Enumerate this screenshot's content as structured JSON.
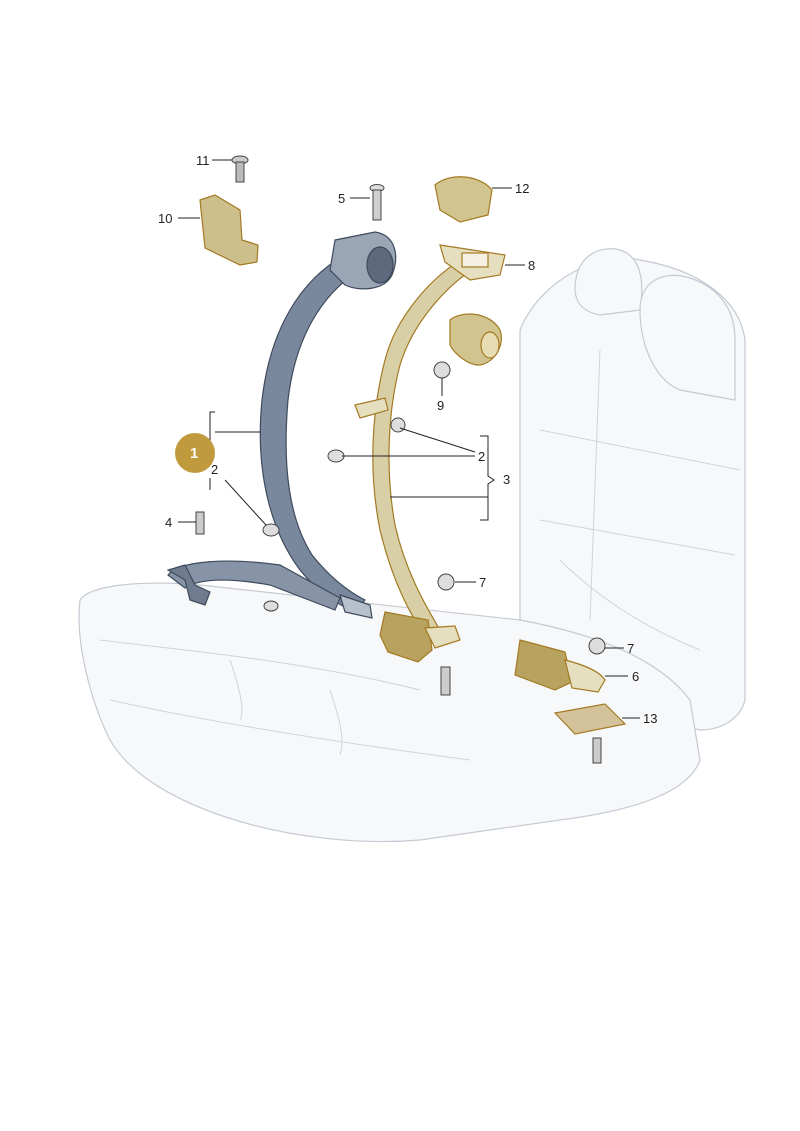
{
  "diagram": {
    "badge": "1",
    "callouts": {
      "c2a": "2",
      "c2b": "2",
      "c3": "3",
      "c4": "4",
      "c5": "5",
      "c6": "6",
      "c7a": "7",
      "c7b": "7",
      "c8": "8",
      "c9": "9",
      "c10": "10",
      "c11": "11",
      "c12": "12",
      "c13": "13"
    },
    "colors": {
      "highlight": "#c9a23a",
      "part_fill": "#d8cfa6",
      "part_outline": "#b38a2b",
      "belt_blue": "#6b7a90",
      "seat_line": "#c9ced6",
      "badge": "#c19a3d"
    }
  }
}
